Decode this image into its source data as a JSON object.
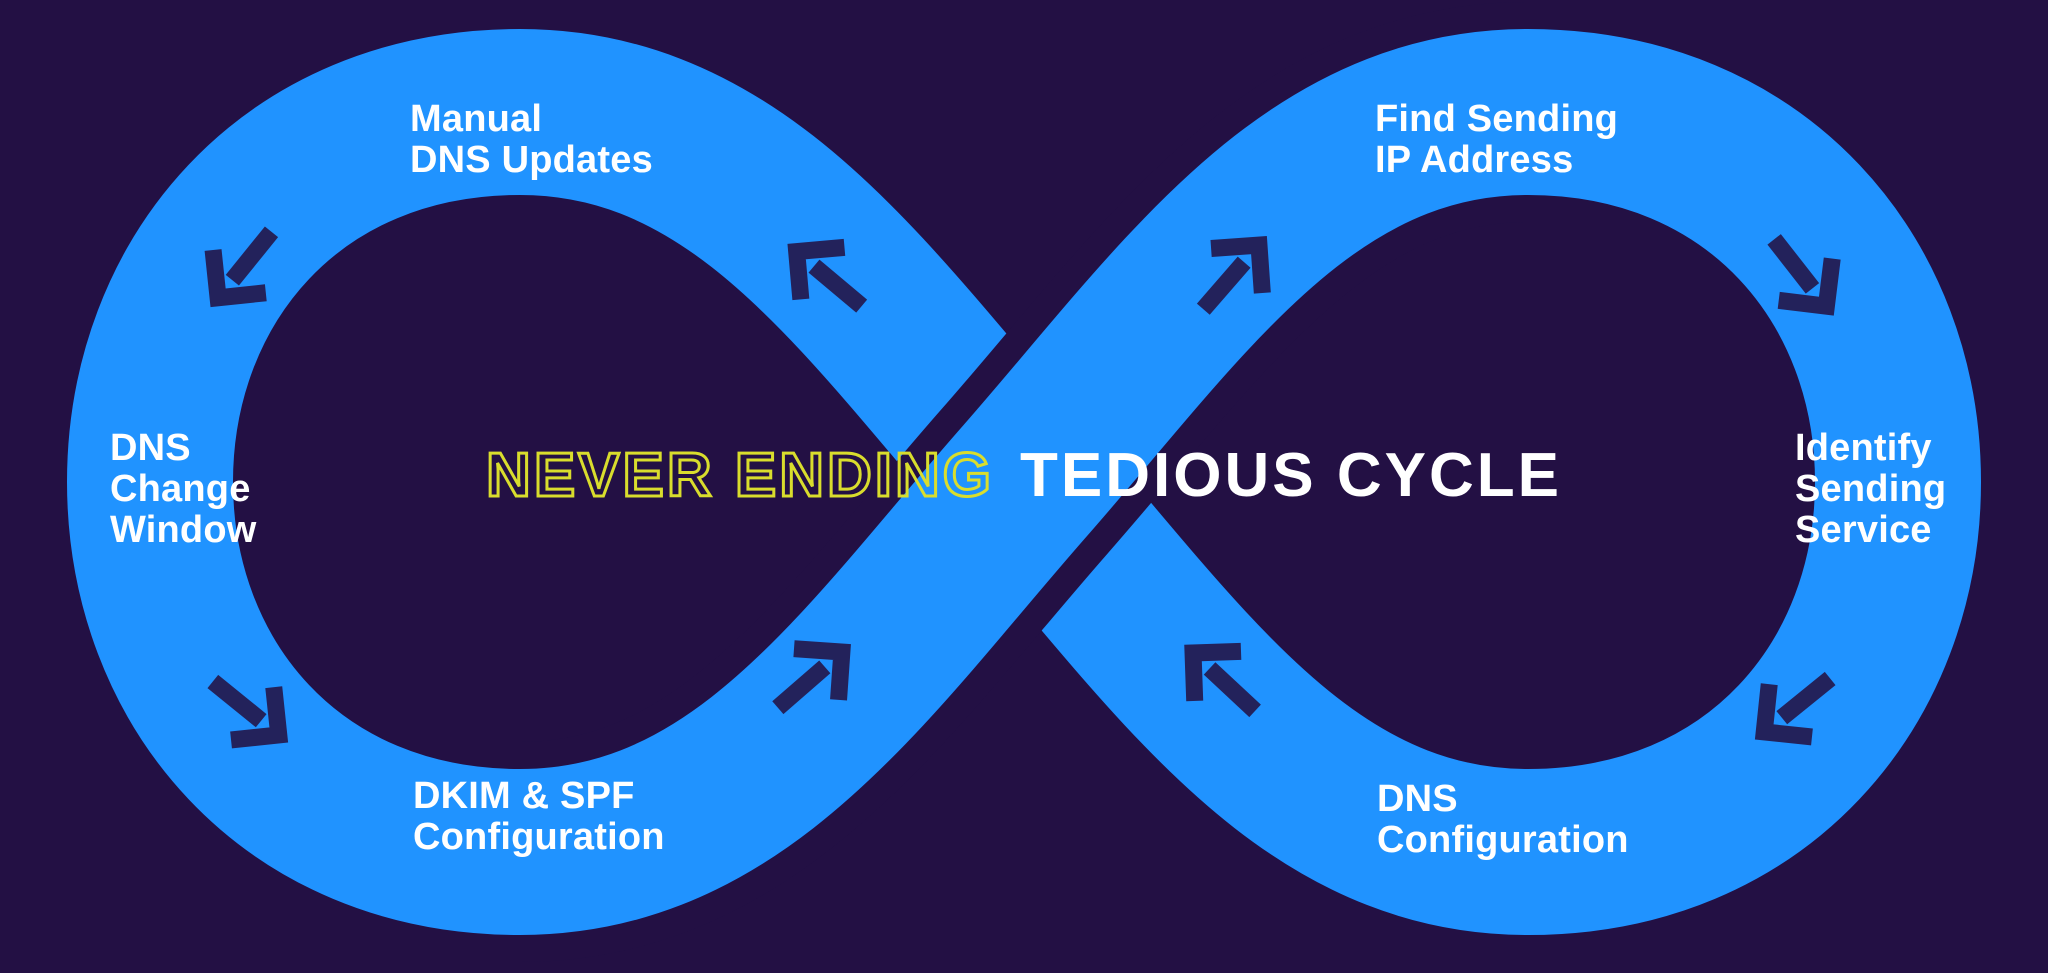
{
  "title": {
    "outlined": "NEVER ENDING",
    "solid": "TEDIOUS CYCLE"
  },
  "labels": {
    "top_left": "Manual\nDNS Updates",
    "top_right": "Find Sending\nIP Address",
    "left": "DNS\nChange\nWindow",
    "right": "Identify\nSending\nService",
    "bottom_left": "DKIM & SPF\nConfiguration",
    "bottom_right": "DNS\nConfiguration"
  },
  "arrows": [
    {
      "icon": "arrow-down-left-icon",
      "position": "upper-left-loop"
    },
    {
      "icon": "arrow-up-left-icon",
      "position": "upper-center-left"
    },
    {
      "icon": "arrow-up-right-icon",
      "position": "upper-center-right"
    },
    {
      "icon": "arrow-down-right-icon",
      "position": "upper-right-loop"
    },
    {
      "icon": "arrow-down-right-icon",
      "position": "lower-left-loop"
    },
    {
      "icon": "arrow-up-right-icon",
      "position": "lower-center-left"
    },
    {
      "icon": "arrow-up-left-icon",
      "position": "lower-center-right"
    },
    {
      "icon": "arrow-down-left-icon",
      "position": "lower-right-loop"
    }
  ],
  "colors": {
    "background": "#231044",
    "loop_blue": "#2093ff",
    "arrow_navy": "#23225b",
    "outline_yellow": "#d9dd2d",
    "text_white": "#ffffff"
  }
}
